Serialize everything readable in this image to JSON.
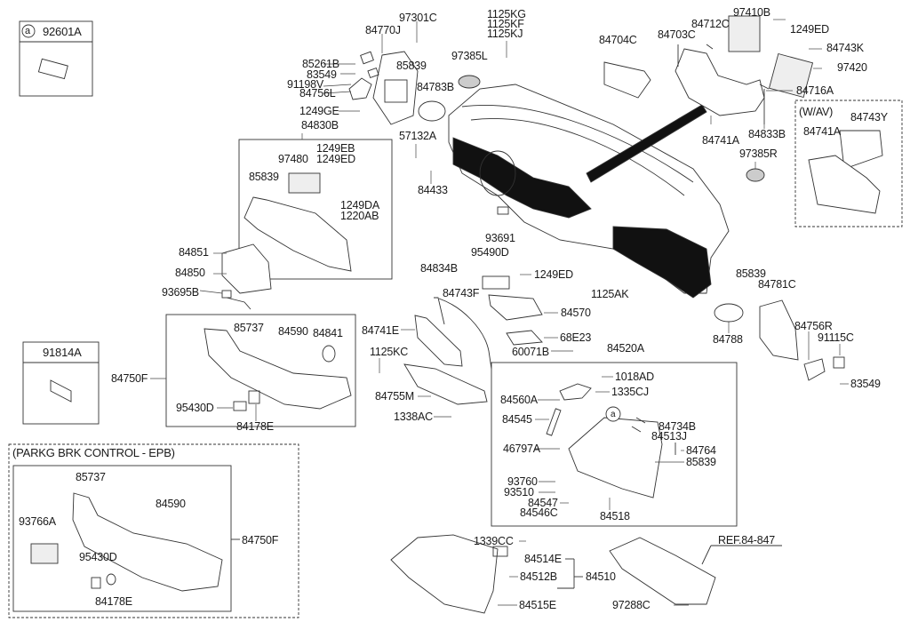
{
  "diagram": {
    "title": "Crash pad / instrument panel parts diagram",
    "inset_a": {
      "marker": "a",
      "part": "92601A"
    },
    "inset_b": {
      "part": "91814A"
    },
    "wav_group": {
      "title": "(W/AV)",
      "parts": [
        "84743Y",
        "84741A"
      ]
    },
    "epb_group": {
      "title": "(PARKG BRK CONTROL - EPB)",
      "parts": [
        "85737",
        "84590",
        "93766A",
        "95430D",
        "84178E",
        "84750F"
      ]
    },
    "reference": "REF.84-847",
    "glovebox_marker": "a",
    "labels": {
      "p97301C": "97301C",
      "p84770J": "84770J",
      "p85261B": "85261B",
      "p83549a": "83549",
      "p91198V": "91198V",
      "p84756L": "84756L",
      "p85839a": "85839",
      "p84783B": "84783B",
      "p1249GE": "1249GE",
      "p84830B": "84830B",
      "p1249EB": "1249EB",
      "p1249ED1": "1249ED",
      "p97480": "97480",
      "p85839b": "85839",
      "p1249DA": "1249DA",
      "p1220AB": "1220AB",
      "p57132A": "57132A",
      "p84433": "84433",
      "p1125KG": "1125KG",
      "p1125KF": "1125KF",
      "p1125KJ": "1125KJ",
      "p97385L": "97385L",
      "p84704C": "84704C",
      "p84703C": "84703C",
      "p84712C": "84712C",
      "p97410B": "97410B",
      "p1249ED2": "1249ED",
      "p84743K": "84743K",
      "p97420": "97420",
      "p84716A": "84716A",
      "p84741A": "84741A",
      "p84833B": "84833B",
      "p97385R": "97385R",
      "p84851": "84851",
      "p84850": "84850",
      "p93695B": "93695B",
      "p93691": "93691",
      "p95490D": "95490D",
      "p1249ED3": "1249ED",
      "p1125AK": "1125AK",
      "p84834B": "84834B",
      "p84743F": "84743F",
      "p84741E": "84741E",
      "p84570": "84570",
      "p68E23": "68E23",
      "p60071B": "60071B",
      "p1125KC": "1125KC",
      "p84755M": "84755M",
      "p1338AC": "1338AC",
      "p85839c": "85839",
      "p84781C": "84781C",
      "p84788": "84788",
      "p84756R": "84756R",
      "p91115C": "91115C",
      "p83549b": "83549",
      "p85737": "85737",
      "p84590": "84590",
      "p84841": "84841",
      "p84750F": "84750F",
      "p95430D": "95430D",
      "p84178E": "84178E",
      "p84520A": "84520A",
      "p1018AD": "1018AD",
      "p84560A": "84560A",
      "p1335CJ": "1335CJ",
      "p84545": "84545",
      "p84734B": "84734B",
      "p84513J": "84513J",
      "p46797A": "46797A",
      "p84764": "84764",
      "p85839d": "85839",
      "p93760": "93760",
      "p93510": "93510",
      "p84547": "84547",
      "p84546C": "84546C",
      "p84518": "84518",
      "p1339CC": "1339CC",
      "p84514E": "84514E",
      "p84512B": "84512B",
      "p84510": "84510",
      "p84515E": "84515E",
      "p97288C": "97288C",
      "e85737": "85737",
      "e84590": "84590",
      "e93766A": "93766A",
      "e95430D": "95430D",
      "e84178E": "84178E",
      "e84750F": "84750F"
    }
  }
}
